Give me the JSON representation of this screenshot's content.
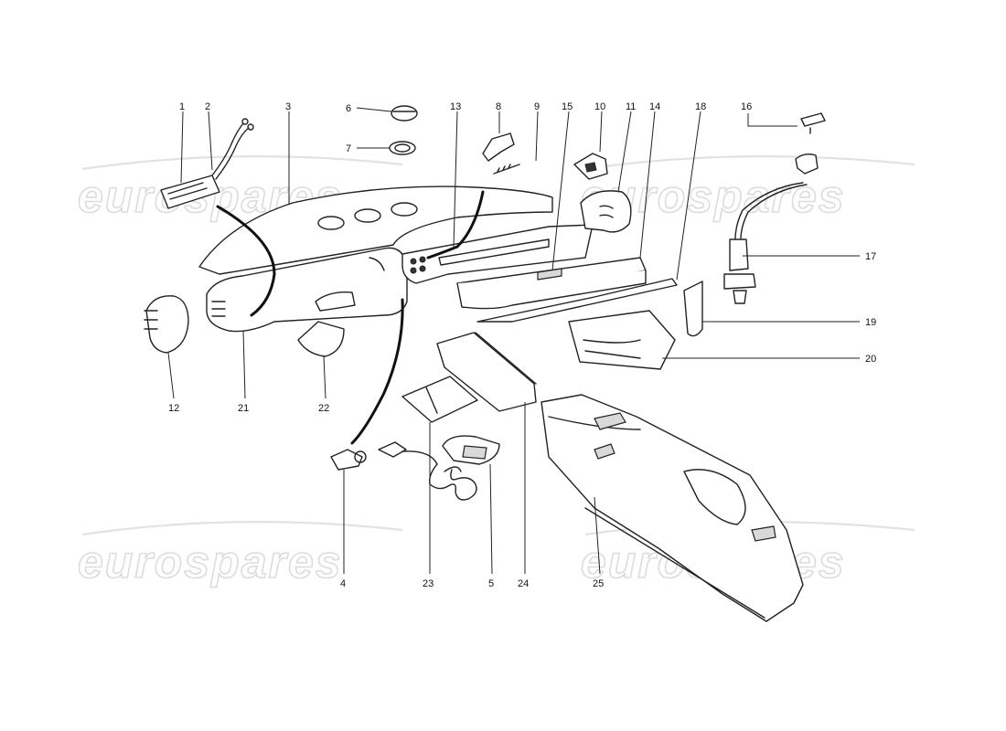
{
  "watermark": {
    "text": "eurospares",
    "color": "#dcdcdc"
  },
  "callouts": [
    "1",
    "2",
    "3",
    "4",
    "5",
    "6",
    "7",
    "8",
    "9",
    "10",
    "11",
    "12",
    "13",
    "14",
    "15",
    "16",
    "17",
    "18",
    "19",
    "20",
    "21",
    "22",
    "23",
    "24",
    "25"
  ],
  "colors": {
    "line": "#222222",
    "background": "#ffffff"
  }
}
